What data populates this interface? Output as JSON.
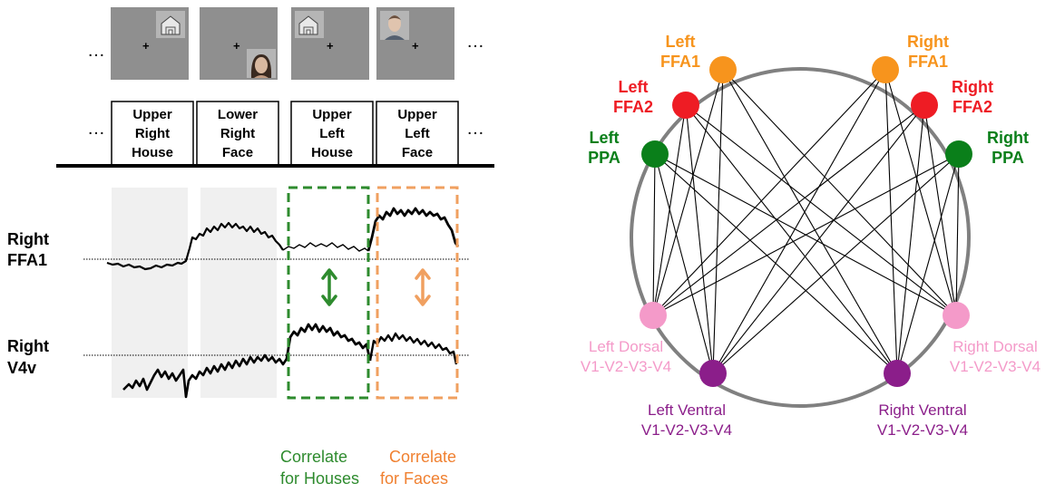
{
  "left_panel": {
    "ellipsis": "…",
    "stimulus_labels": [
      [
        "Upper",
        "Right",
        "House"
      ],
      [
        "Lower",
        "Right",
        "Face"
      ],
      [
        "Upper",
        "Left",
        "House"
      ],
      [
        "Upper",
        "Left",
        "Face"
      ]
    ],
    "signal_labels": [
      [
        "Right",
        "FFA1"
      ],
      [
        "Right",
        "V4v"
      ]
    ],
    "correlate_houses": [
      "Correlate",
      "for Houses"
    ],
    "correlate_faces": [
      "Correlate",
      "for Faces"
    ],
    "colors": {
      "houses": "#2e8b2e",
      "faces": "#f0a060",
      "faces_text": "#f08030"
    }
  },
  "right_panel": {
    "nodes": [
      {
        "key": "lffa1",
        "lines": [
          "Left",
          "FFA1"
        ],
        "color": "#f7941d"
      },
      {
        "key": "rffa1",
        "lines": [
          "Right",
          "FFA1"
        ],
        "color": "#f7941d"
      },
      {
        "key": "lffa2",
        "lines": [
          "Left",
          "FFA2"
        ],
        "color": "#ee1c24"
      },
      {
        "key": "rffa2",
        "lines": [
          "Right",
          "FFA2"
        ],
        "color": "#ee1c24"
      },
      {
        "key": "lppa",
        "lines": [
          "Left",
          "PPA"
        ],
        "color": "#0a7f1a"
      },
      {
        "key": "rppa",
        "lines": [
          "Right",
          "PPA"
        ],
        "color": "#0a7f1a"
      },
      {
        "key": "ldors",
        "lines": [
          "Left Dorsal",
          "V1-V2-V3-V4"
        ],
        "color": "#f49ac9"
      },
      {
        "key": "rdors",
        "lines": [
          "Right Dorsal",
          "V1-V2-V3-V4"
        ],
        "color": "#f49ac9"
      },
      {
        "key": "lvent",
        "lines": [
          "Left Ventral",
          "V1-V2-V3-V4"
        ],
        "color": "#8b1e8a"
      },
      {
        "key": "rvent",
        "lines": [
          "Right Ventral",
          "V1-V2-V3-V4"
        ],
        "color": "#8b1e8a"
      }
    ],
    "edges": [
      [
        "lffa1",
        "ldors"
      ],
      [
        "lffa1",
        "rdors"
      ],
      [
        "lffa1",
        "lvent"
      ],
      [
        "lffa1",
        "rvent"
      ],
      [
        "rffa1",
        "ldors"
      ],
      [
        "rffa1",
        "rdors"
      ],
      [
        "rffa1",
        "lvent"
      ],
      [
        "rffa1",
        "rvent"
      ],
      [
        "lffa2",
        "ldors"
      ],
      [
        "lffa2",
        "rdors"
      ],
      [
        "lffa2",
        "lvent"
      ],
      [
        "lffa2",
        "rvent"
      ],
      [
        "rffa2",
        "ldors"
      ],
      [
        "rffa2",
        "rdors"
      ],
      [
        "rffa2",
        "lvent"
      ],
      [
        "rffa2",
        "rvent"
      ],
      [
        "lppa",
        "ldors"
      ],
      [
        "lppa",
        "rdors"
      ],
      [
        "lppa",
        "lvent"
      ],
      [
        "lppa",
        "rvent"
      ],
      [
        "rppa",
        "ldors"
      ],
      [
        "rppa",
        "rdors"
      ],
      [
        "rppa",
        "lvent"
      ],
      [
        "rppa",
        "rvent"
      ]
    ]
  }
}
